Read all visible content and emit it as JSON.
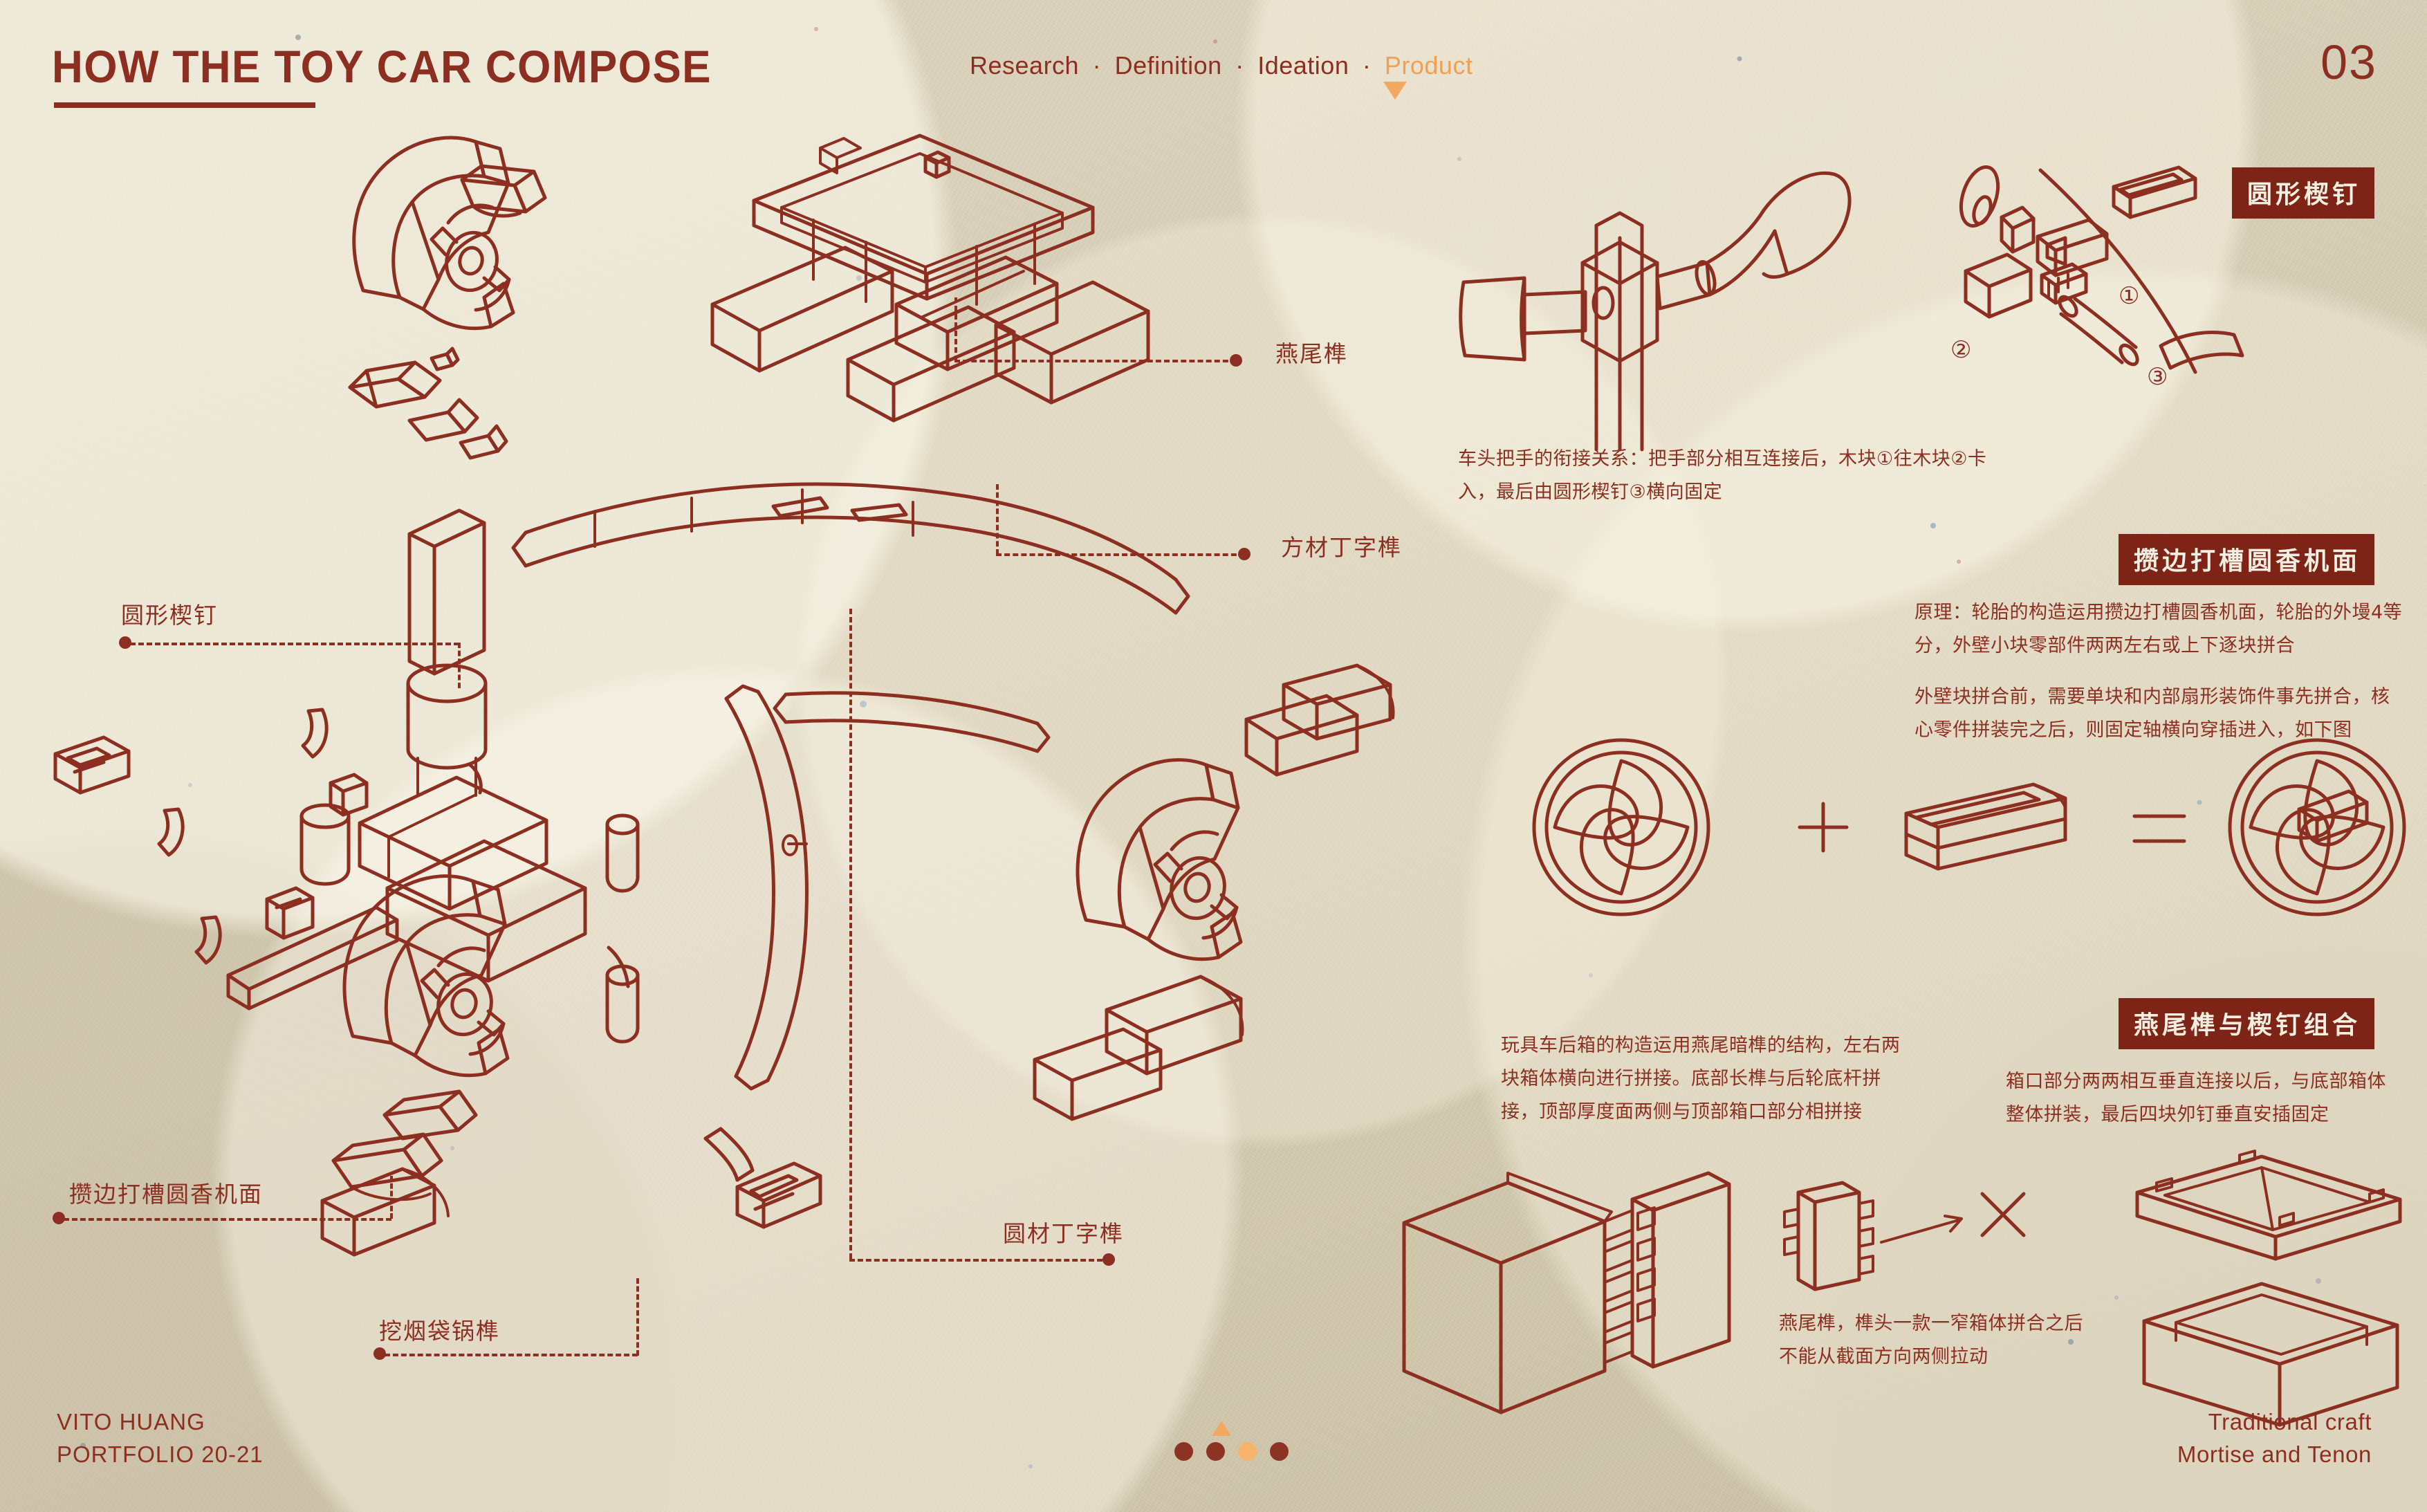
{
  "page": {
    "title": "HOW THE TOY CAR COMPOSE",
    "number": "03",
    "accent_ink": "#8c2f20",
    "accent_orange": "#f2a861",
    "paper": "#d6cdb5"
  },
  "breadcrumb": {
    "items": [
      {
        "label": "Research",
        "active": false
      },
      {
        "label": "Definition",
        "active": false
      },
      {
        "label": "Ideation",
        "active": false
      },
      {
        "label": "Product",
        "active": true
      }
    ],
    "separator": "·"
  },
  "diagram_callouts": [
    {
      "id": "dovetail",
      "label": "燕尾榫"
    },
    {
      "id": "square-tee-tenon",
      "label": "方材丁字榫"
    },
    {
      "id": "round-wedge-pin",
      "label": "圆形楔钉"
    },
    {
      "id": "grooved-frame-panel",
      "label": "攒边打槽圆香机面"
    },
    {
      "id": "pipe-bowl-tenon",
      "label": "挖烟袋锅榫"
    },
    {
      "id": "round-tee-tenon",
      "label": "圆材丁字榫"
    }
  ],
  "sections": [
    {
      "id": "round-wedge-pin",
      "chip": "圆形楔钉",
      "paragraphs": [
        "车头把手的衔接关系：把手部分相互连接后，木块①往木块②卡入，最后由圆形楔钉③横向固定"
      ],
      "part_numbers": [
        "①",
        "②",
        "③"
      ]
    },
    {
      "id": "grooved-frame-panel",
      "chip": "攒边打槽圆香机面",
      "paragraphs": [
        "原理：轮胎的构造运用攒边打槽圆香机面，轮胎的外墁4等分，外壁小块零部件两两左右或上下逐块拼合",
        "外壁块拼合前，需要单块和内部扇形装饰件事先拼合，核心零件拼装完之后，则固定轴横向穿插进入，如下图"
      ],
      "equation": {
        "plus": "+",
        "equals": "="
      }
    },
    {
      "id": "dovetail-and-wedge",
      "chip": "燕尾榫与楔钉组合",
      "paragraphs": [
        "箱口部分两两相互垂直连接以后，与底部箱体整体拼装，最后四块夘钉垂直安插固定"
      ]
    }
  ],
  "notes": [
    {
      "id": "rear-box-note",
      "text": "玩具车后箱的构造运用燕尾暗榫的结构，左右两块箱体横向进行拼接。底部长榫与后轮底杆拼接，顶部厚度面两侧与顶部箱口部分相拼接"
    },
    {
      "id": "dovetail-note",
      "text": "燕尾榫，榫头一款一窄箱体拼合之后不能从截面方向两侧拉动"
    }
  ],
  "footer": {
    "author": "VITO HUANG",
    "portfolio": "PORTFOLIO 20-21",
    "tagline_line1": "Traditional craft",
    "tagline_line2": "Mortise and Tenon",
    "dots_total": 4,
    "dots_active_index": 3
  }
}
